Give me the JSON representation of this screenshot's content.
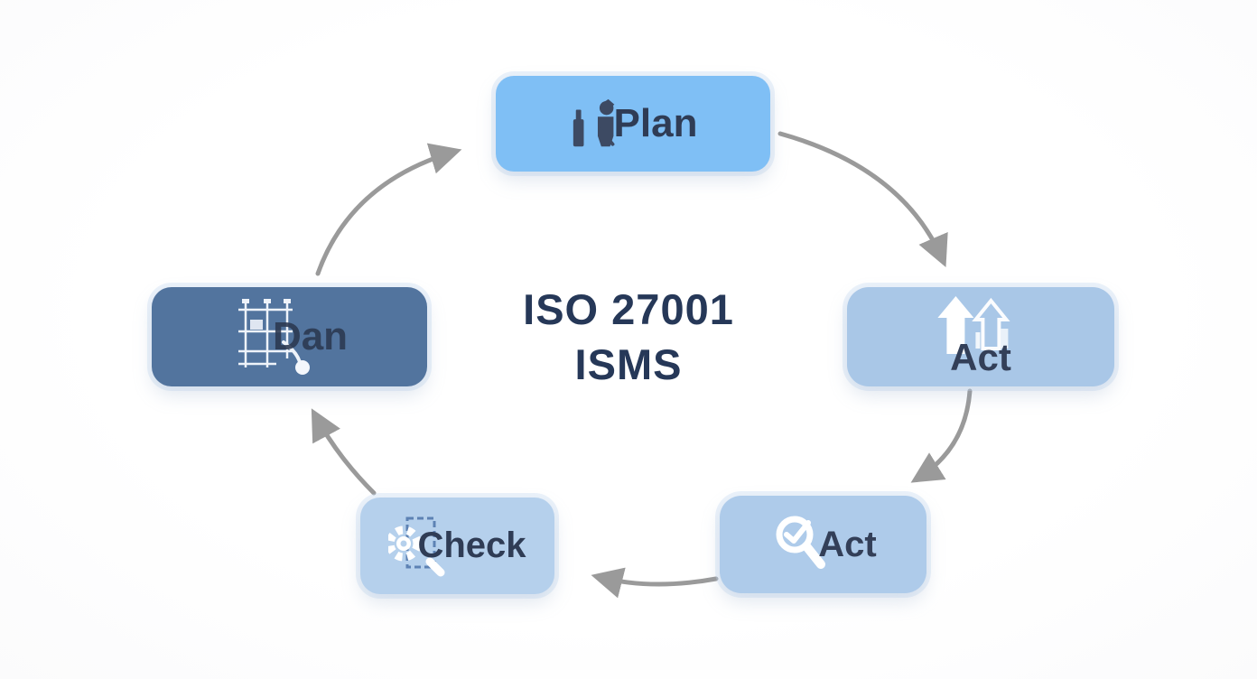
{
  "diagram": {
    "type": "cycle-diagram",
    "center": {
      "line1": "ISO 27001",
      "line2": "ISMS"
    },
    "title_color": "#263858",
    "arrow_color": "#9a9a9a",
    "nodes": {
      "plan": {
        "label": "Plan",
        "icon": "person-chart-icon",
        "fill": "#7fbff5",
        "text_color": "#2f3c55"
      },
      "act_right": {
        "label": "Act",
        "icon": "up-arrows-icon",
        "fill": "#a9c7e7",
        "text_color": "#333f58"
      },
      "act_bottom": {
        "label": "Act",
        "icon": "magnifier-check-icon",
        "fill": "#aecbea",
        "text_color": "#333f58"
      },
      "check": {
        "label": "Check",
        "icon": "gear-document-icon",
        "fill": "#b5d0ec",
        "text_color": "#2f3c55"
      },
      "do": {
        "label": "Dan",
        "icon": "blueprint-grid-icon",
        "fill": "#52749e",
        "text_color": "#2b3850"
      }
    },
    "flow": [
      "plan",
      "act_right",
      "act_bottom",
      "check",
      "do"
    ]
  }
}
